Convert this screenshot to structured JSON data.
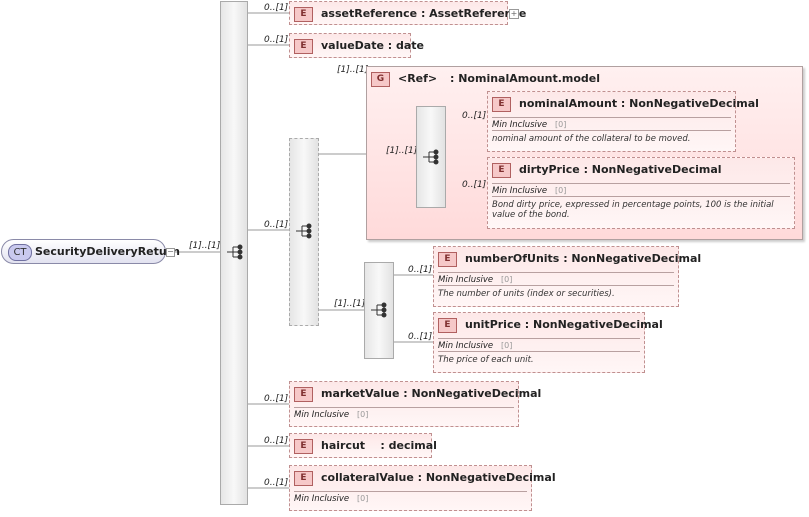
{
  "root": {
    "badge": "CT",
    "name": "SecurityDeliveryReturn",
    "multiplicity": "[1]..[1]"
  },
  "elements": {
    "assetReference": {
      "badge": "E",
      "title": "assetReference : AssetReference",
      "multiplicity": "0..[1]"
    },
    "valueDate": {
      "badge": "E",
      "title": "valueDate : date",
      "multiplicity": "0..[1]"
    },
    "marketValue": {
      "badge": "E",
      "title": "marketValue : NonNegativeDecimal",
      "multiplicity": "0..[1]",
      "facet_label": "Min Inclusive",
      "facet_value": "[0]"
    },
    "haircut": {
      "badge": "E",
      "title": "haircut    : decimal",
      "multiplicity": "0..[1]"
    },
    "collateralValue": {
      "badge": "E",
      "title": "collateralValue : NonNegativeDecimal",
      "multiplicity": "0..[1]",
      "facet_label": "Min Inclusive",
      "facet_value": "[0]"
    }
  },
  "choice": {
    "multiplicity": "0..[1]"
  },
  "group": {
    "badge": "G",
    "ref": "<Ref>",
    "title": ": NominalAmount.model",
    "multiplicity": "[1]..[1]",
    "seq_multiplicity": "[1]..[1]",
    "nominalAmount": {
      "badge": "E",
      "title": "nominalAmount : NonNegativeDecimal",
      "multiplicity": "0..[1]",
      "facet_label": "Min Inclusive",
      "facet_value": "[0]",
      "doc": "nominal amount of the collateral to be moved."
    },
    "dirtyPrice": {
      "badge": "E",
      "title": "dirtyPrice : NonNegativeDecimal",
      "multiplicity": "0..[1]",
      "facet_label": "Min Inclusive",
      "facet_value": "[0]",
      "doc": "Bond dirty price, expressed in percentage points, 100 is the initial value of the bond."
    }
  },
  "units_seq": {
    "multiplicity": "[1]..[1]",
    "numberOfUnits": {
      "badge": "E",
      "title": "numberOfUnits : NonNegativeDecimal",
      "multiplicity": "0..[1]",
      "facet_label": "Min Inclusive",
      "facet_value": "[0]",
      "doc": "The number of units (index or securities)."
    },
    "unitPrice": {
      "badge": "E",
      "title": "unitPrice : NonNegativeDecimal",
      "multiplicity": "0..[1]",
      "facet_label": "Min Inclusive",
      "facet_value": "[0]",
      "doc": "The price of each unit."
    }
  },
  "colors": {
    "element_fill": "#fde8e8",
    "group_fill": "#ffdada",
    "complex_type_badge": "#c9c9ee",
    "connector": "#999999"
  }
}
